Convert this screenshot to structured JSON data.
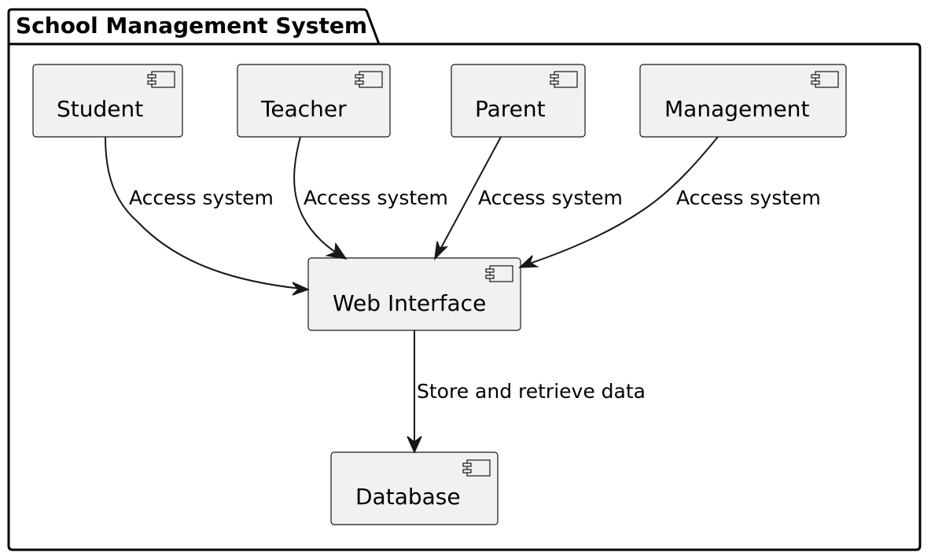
{
  "package": {
    "title": "School Management System"
  },
  "components": {
    "student": {
      "label": "Student",
      "icon": "component-icon"
    },
    "teacher": {
      "label": "Teacher",
      "icon": "component-icon"
    },
    "parent": {
      "label": "Parent",
      "icon": "component-icon"
    },
    "management": {
      "label": "Management",
      "icon": "component-icon"
    },
    "web_interface": {
      "label": "Web Interface",
      "icon": "component-icon"
    },
    "database": {
      "label": "Database",
      "icon": "component-icon"
    }
  },
  "edges": {
    "student_to_web": {
      "from": "Student",
      "to": "Web Interface",
      "label": "Access system"
    },
    "teacher_to_web": {
      "from": "Teacher",
      "to": "Web Interface",
      "label": "Access system"
    },
    "parent_to_web": {
      "from": "Parent",
      "to": "Web Interface",
      "label": "Access system"
    },
    "management_to_web": {
      "from": "Management",
      "to": "Web Interface",
      "label": "Access system"
    },
    "web_to_database": {
      "from": "Web Interface",
      "to": "Database",
      "label": "Store and retrieve data"
    }
  },
  "colors": {
    "component_fill": "#f1f1f1",
    "stroke": "#181818",
    "background": "#ffffff"
  }
}
